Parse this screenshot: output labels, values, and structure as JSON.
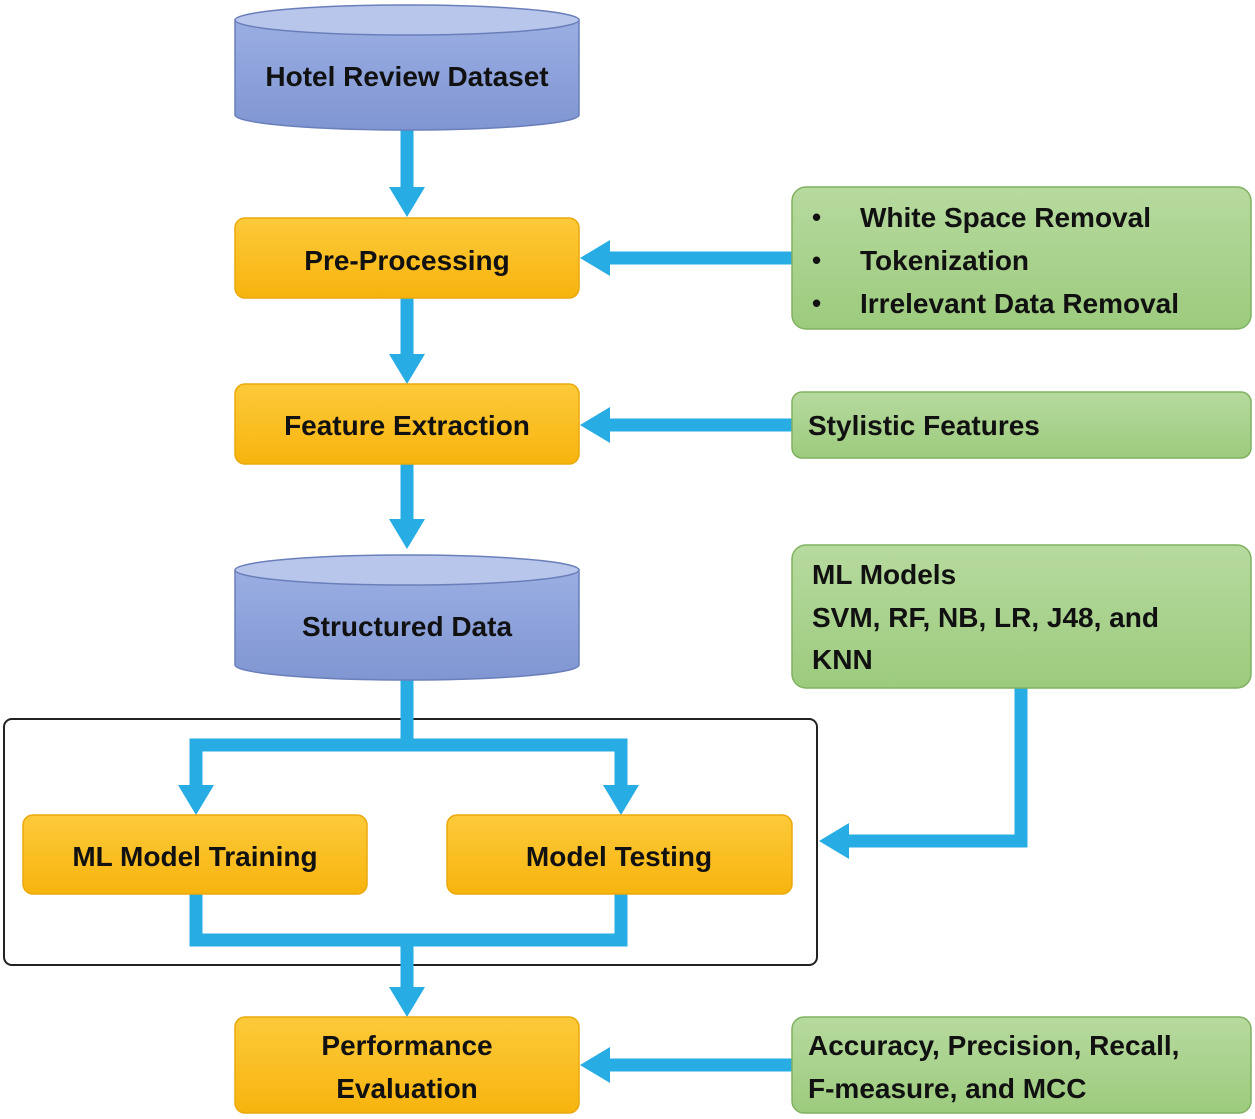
{
  "nodes": {
    "dataset": "Hotel Review Dataset",
    "preprocessing": "Pre-Processing",
    "feature_extraction": "Feature Extraction",
    "structured_data": "Structured Data",
    "training": "ML Model Training",
    "testing": "Model Testing",
    "evaluation": [
      "Performance",
      "Evaluation"
    ]
  },
  "side_boxes": {
    "preprocessing_steps": [
      "White Space Removal",
      "Tokenization",
      "Irrelevant Data Removal"
    ],
    "features": "Stylistic Features",
    "models": [
      "ML Models",
      "SVM, RF, NB, LR, J48, and",
      "KNN"
    ],
    "metrics": [
      "Accuracy, Precision, Recall,",
      "F-measure, and MCC"
    ]
  },
  "bullet_char": "•",
  "colors": {
    "cylinder_fill": "#8fa2d6",
    "cylinder_top": "#b9c6ec",
    "cylinder_stroke": "#6a7fba",
    "process_fill": "#fbbf1c",
    "process_stroke": "#e9a90c",
    "side_fill": "#a9d08e",
    "side_stroke": "#7fb160",
    "arrow": "#27ade4",
    "group_border": "#222222"
  }
}
